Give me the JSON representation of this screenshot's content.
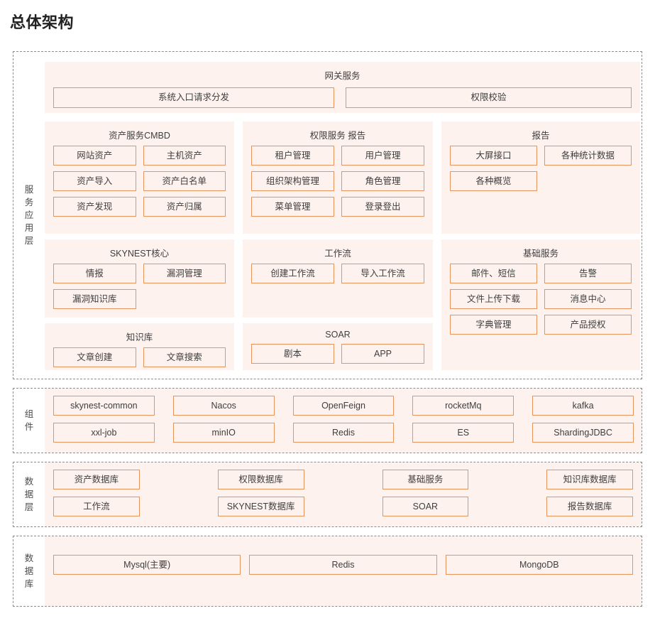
{
  "page": {
    "title": "总体架构",
    "accent_border": "#e8945c",
    "panel_background": "#fdf2ee",
    "layer_border": "#8c8c8c"
  },
  "layers": {
    "service": {
      "label": "服务应用层",
      "gateway": {
        "title": "网关服务",
        "items": [
          "系统入口请求分发",
          "权限校验"
        ]
      },
      "panels": [
        {
          "title": "资产服务CMBD",
          "items": [
            "网站资产",
            "主机资产",
            "资产导入",
            "资产白名单",
            "资产发现",
            "资产归属"
          ]
        },
        {
          "title": "权限服务 报告",
          "items": [
            "租户管理",
            "用户管理",
            "组织架构管理",
            "角色管理",
            "菜单管理",
            "登录登出"
          ]
        },
        {
          "title": "报告",
          "items": [
            "大屏接口",
            "各种统计数据",
            "各种概览"
          ]
        },
        {
          "title": "SKYNEST核心",
          "items": [
            "情报",
            "漏洞管理",
            "漏洞知识库"
          ]
        },
        {
          "title": "工作流",
          "items": [
            "创建工作流",
            "导入工作流"
          ]
        },
        {
          "title": "基础服务",
          "items": [
            "邮件、短信",
            "告警",
            "文件上传下载",
            "消息中心",
            "字典管理",
            "产品授权"
          ]
        },
        {
          "title": "知识库",
          "items": [
            "文章创建",
            "文章搜索"
          ]
        },
        {
          "title": "SOAR",
          "items": [
            "剧本",
            "APP"
          ]
        }
      ]
    },
    "components": {
      "label": "组件",
      "items": [
        "skynest-common",
        "Nacos",
        "OpenFeign",
        "rocketMq",
        "kafka",
        "xxl-job",
        "minIO",
        "Redis",
        "ES",
        "ShardingJDBC"
      ]
    },
    "datalayer": {
      "label": "数据层",
      "items": [
        "资产数据库",
        "权限数据库",
        "基础服务",
        "知识库数据库",
        "工作流",
        "SKYNEST数据库",
        "SOAR",
        "报告数据库"
      ]
    },
    "database": {
      "label": "数据库",
      "items": [
        "Mysql(主要)",
        "Redis",
        "MongoDB"
      ]
    }
  }
}
